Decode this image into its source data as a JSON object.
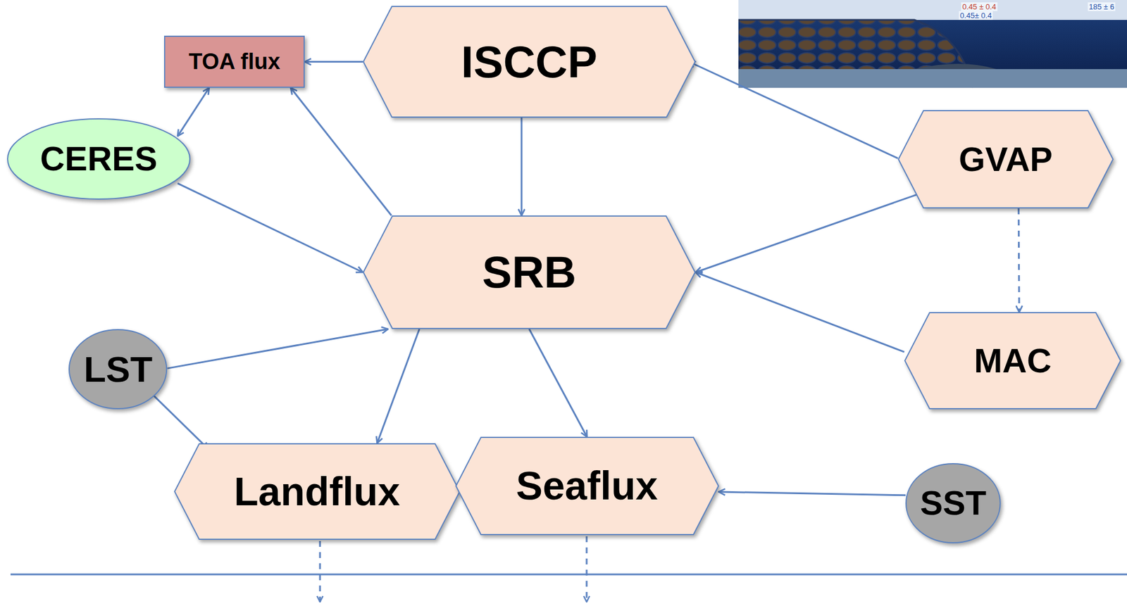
{
  "diagram": {
    "nodes": [
      {
        "text": [
          "TOA flux"
        ]
      },
      {
        "text": [
          "ISCCP"
        ]
      },
      {
        "text": [
          "CERES"
        ]
      },
      {
        "text": [
          "GVAP"
        ]
      },
      {
        "text": [
          "SRB"
        ]
      },
      {
        "text": [
          "LST"
        ]
      },
      {
        "text": [
          "MAC"
        ]
      },
      {
        "text": [
          "Landflux"
        ]
      },
      {
        "text": [
          "Seaflux"
        ]
      },
      {
        "text": [
          "SST"
        ]
      }
    ],
    "edges": [
      {
        "from": 1,
        "to": 0,
        "arrow": "to"
      },
      {
        "from": 2,
        "to": 0,
        "arrow": "both"
      },
      {
        "from": 4,
        "to": 0,
        "arrow": "to"
      },
      {
        "from": 1,
        "to": 4,
        "arrow": "to"
      },
      {
        "from": 3,
        "to": 1,
        "arrow": "to"
      },
      {
        "from": 2,
        "to": 4,
        "arrow": "to"
      },
      {
        "from": 3,
        "to": 4,
        "arrow": "to"
      },
      {
        "from": 3,
        "to": 6,
        "arrow": "to"
      },
      {
        "from": 6,
        "to": 4,
        "arrow": "to"
      },
      {
        "from": 5,
        "to": 4,
        "arrow": "to"
      },
      {
        "from": 5,
        "to": 7,
        "arrow": "to"
      },
      {
        "from": 4,
        "to": 7,
        "arrow": "to"
      },
      {
        "from": 4,
        "to": 8,
        "arrow": "to"
      },
      {
        "from": 9,
        "to": 8,
        "arrow": "to"
      }
    ],
    "labels": [
      "0.45 ± 0.4",
      "0.45± 0.4",
      "185 ± 6"
    ]
  }
}
